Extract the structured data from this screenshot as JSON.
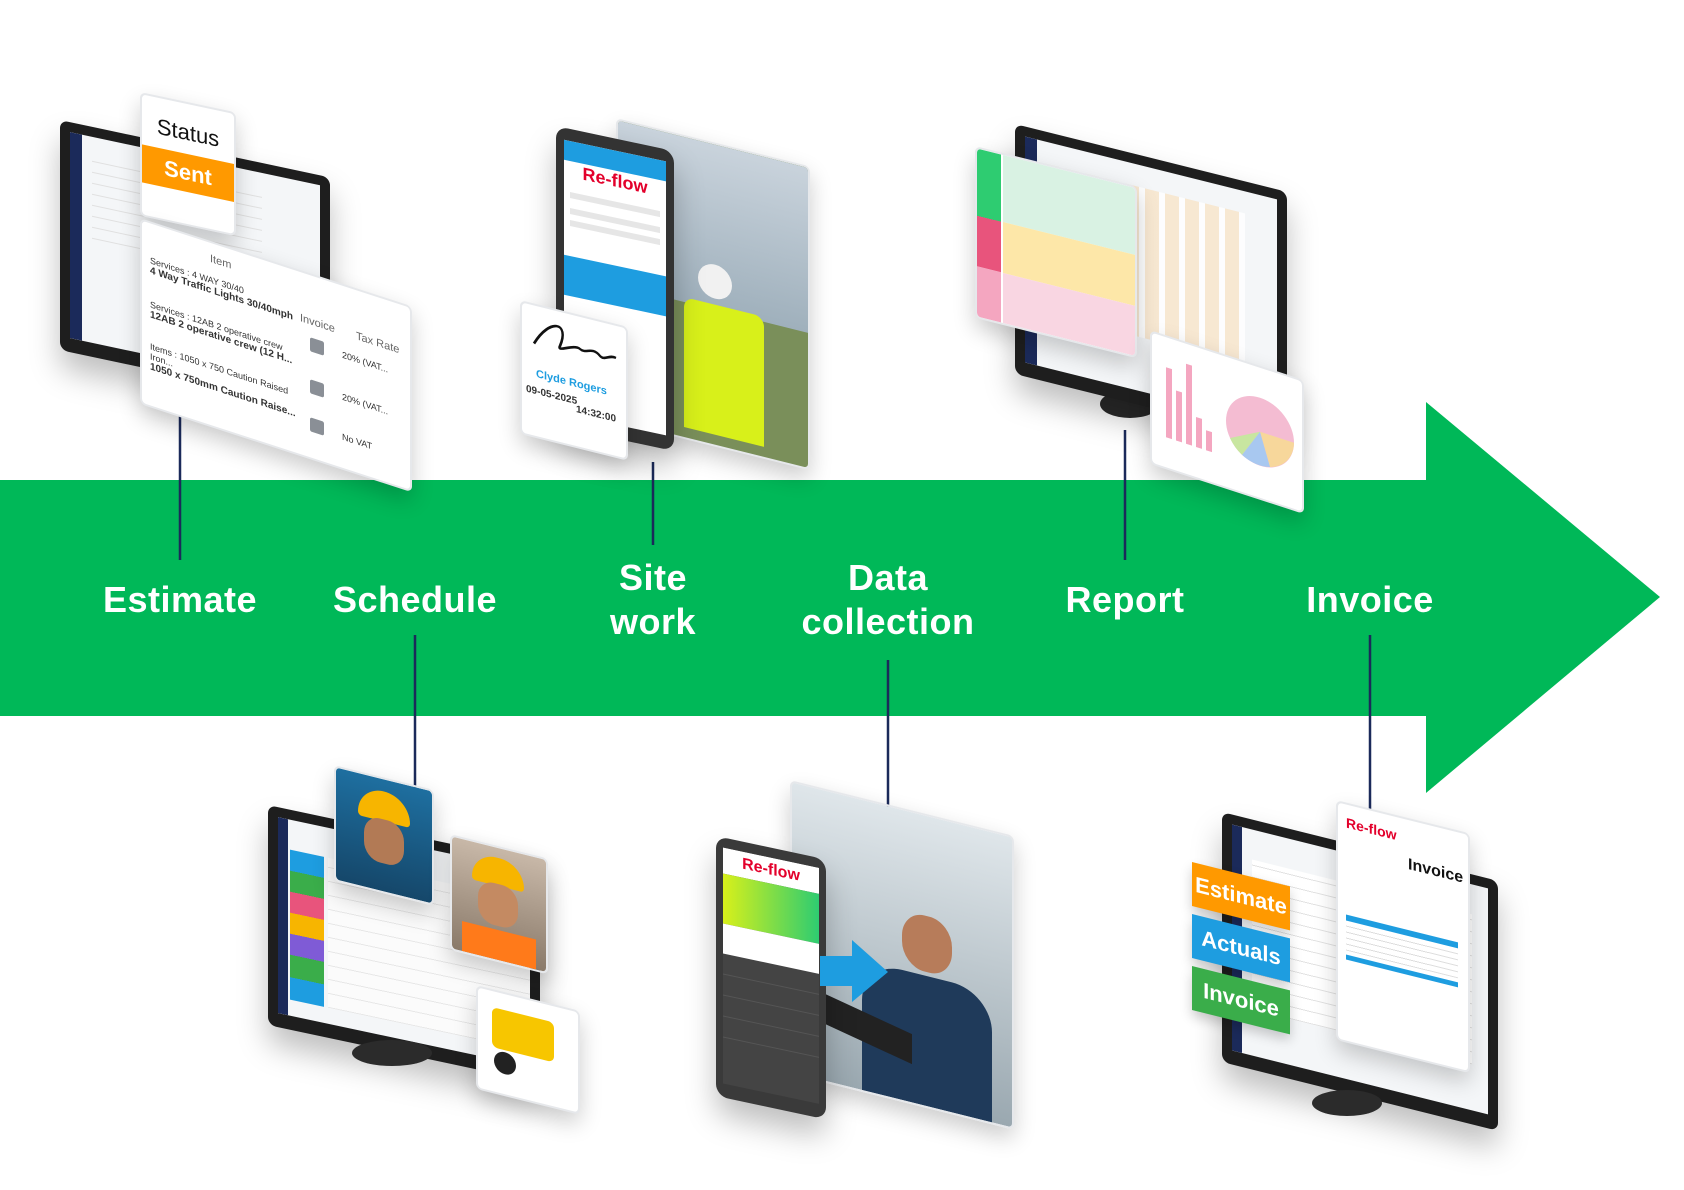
{
  "colors": {
    "arrow": "#00b858",
    "connector": "#1b2a5a",
    "orange": "#ff9900",
    "blue": "#1e9de0",
    "green": "#3aad4a",
    "brand_red": "#e3002b"
  },
  "steps": [
    {
      "id": "estimate",
      "label": "Estimate"
    },
    {
      "id": "schedule",
      "label": "Schedule"
    },
    {
      "id": "site",
      "label_lines": [
        "Site",
        "work"
      ]
    },
    {
      "id": "data",
      "label_lines": [
        "Data",
        "collection"
      ]
    },
    {
      "id": "report",
      "label": "Report"
    },
    {
      "id": "invoice",
      "label": "Invoice"
    }
  ],
  "estimate_card": {
    "status_title": "Status",
    "status_value": "Sent",
    "col_item": "Item",
    "col_invoice": "Invoice",
    "col_tax": "Tax Rate",
    "rows": [
      {
        "line1": "Services : 4 WAY 30/40",
        "line2": "4 Way Traffic Lights 30/40mph",
        "tax": "20% (VAT..."
      },
      {
        "line1": "Services : 12AB 2 operative crew",
        "line2": "12AB 2 operative crew (12 H...",
        "tax": "20% (VAT..."
      },
      {
        "line1": "Items : 1050 x 750 Caution Raised Iron...",
        "line2": "1050 x 750mm Caution Raise...",
        "tax": "No VAT"
      }
    ]
  },
  "site_card": {
    "brand": "Re-flow",
    "signer": "Clyde Rogers",
    "date": "09-05-2025",
    "time": "14:32:00"
  },
  "data_card": {
    "brand": "Re-flow"
  },
  "invoice_card": {
    "brand": "Re-flow",
    "title": "Invoice",
    "tags": [
      "Estimate",
      "Actuals",
      "Invoice"
    ]
  }
}
